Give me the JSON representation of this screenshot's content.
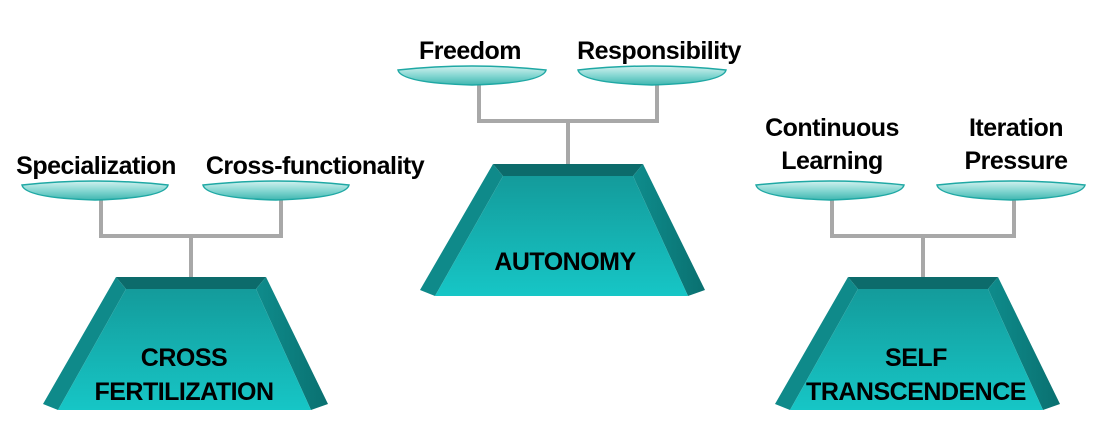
{
  "diagram": {
    "balances": [
      {
        "base_lines": [
          "AUTONOMY"
        ],
        "pans": [
          {
            "lines": [
              "Freedom"
            ]
          },
          {
            "lines": [
              "Responsibility"
            ]
          }
        ]
      },
      {
        "base_lines": [
          "CROSS",
          "FERTILIZATION"
        ],
        "pans": [
          {
            "lines": [
              "Specialization"
            ]
          },
          {
            "lines": [
              "Cross-functionality"
            ]
          }
        ]
      },
      {
        "base_lines": [
          "SELF",
          "TRANSCENDENCE"
        ],
        "pans": [
          {
            "lines": [
              "Continuous",
              "Learning"
            ]
          },
          {
            "lines": [
              "Iteration",
              "Pressure"
            ]
          }
        ]
      }
    ],
    "colors": {
      "base_front": "#18b5b5",
      "base_side": "#0f8a8a",
      "base_top": "#0c6b6b",
      "pan_fill": "#7fd4cf",
      "pan_edge": "#1fa8a4",
      "beam": "#a8a8a8",
      "text": "#000000"
    }
  }
}
